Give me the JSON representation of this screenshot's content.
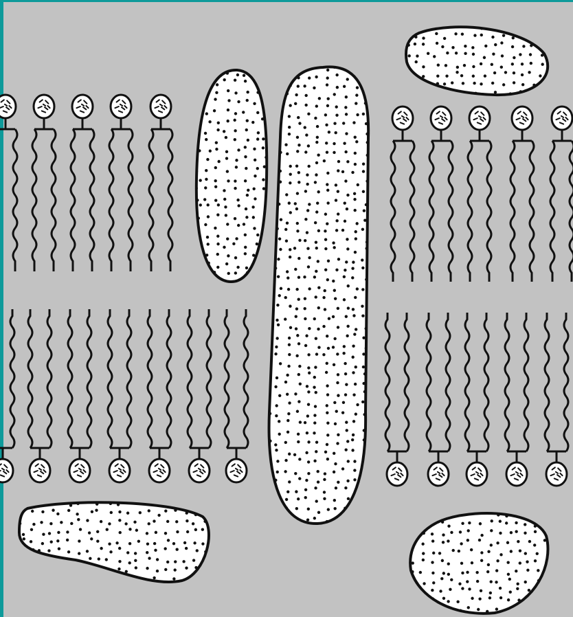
{
  "diagram": {
    "colors": {
      "frame": "#0e9a9a",
      "background": "#c2c2c2",
      "ink": "#111111",
      "protein_fill": "#ffffff",
      "head_fill": "#ffffff"
    },
    "components": [
      "phospholipid-head",
      "fatty-acid-tail",
      "integral-protein",
      "peripheral-protein"
    ]
  }
}
